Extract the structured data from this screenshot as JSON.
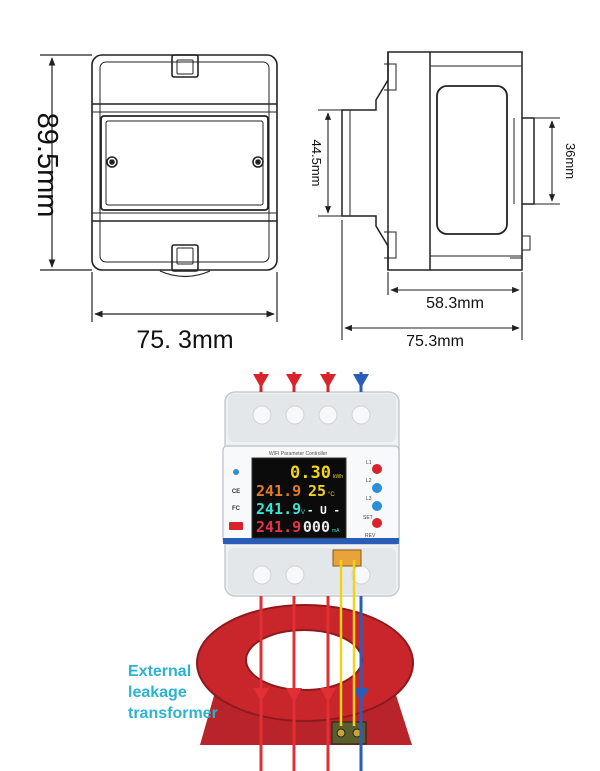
{
  "front_view": {
    "height_label": "89.5mm",
    "width_label": "75. 3mm"
  },
  "side_view": {
    "inner_height_label": "44.5mm",
    "rail_height_label": "36mm",
    "depth_inner_label": "58.3mm",
    "depth_total_label": "75.3mm"
  },
  "device": {
    "header_text": "WIFI Parameter Controller",
    "display_rows": [
      {
        "left": "",
        "right": "0.30",
        "unit": "kWh"
      },
      {
        "left": "241.9",
        "right": "25",
        "unit": "°C"
      },
      {
        "left": "241.9",
        "right": "- U -",
        "unit": "V"
      },
      {
        "left": "241.9",
        "right": "000",
        "unit": "mA"
      }
    ],
    "left_labels": [
      "CE",
      "FC"
    ],
    "right_labels": [
      "L1",
      "L2",
      "L3",
      "SET",
      "REV"
    ]
  },
  "transformer": {
    "label_lines": [
      "External",
      "leakage",
      "transformer"
    ]
  },
  "colors": {
    "line_red": "#d8232a",
    "neutral_blue": "#2a5db8",
    "signal_yellow": "#f2d21b",
    "core_red": "#c9262b",
    "label_cyan": "#2bb3d1",
    "outline": "#222222"
  }
}
